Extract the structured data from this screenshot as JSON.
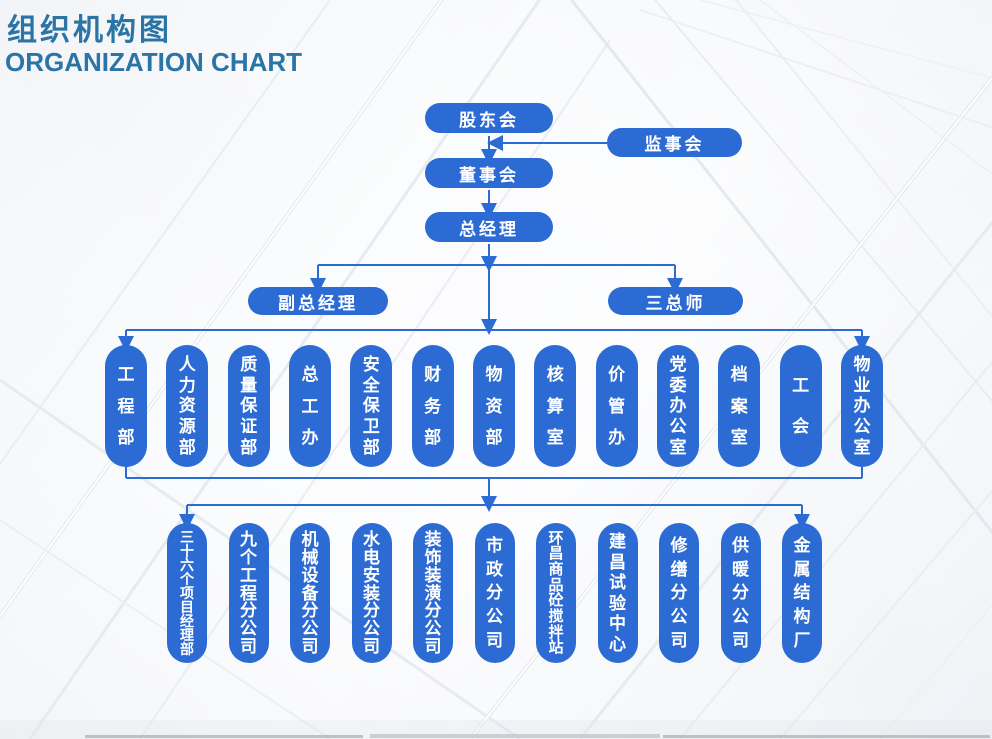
{
  "page": {
    "title_zh": "组织机构图",
    "title_en": "ORGANIZATION CHART"
  },
  "colors": {
    "node_blue": "#2b6bd3",
    "line_blue": "#2b6bd3",
    "title_blue": "#2a74a6",
    "node_text": "#ffffff"
  },
  "org": {
    "governance": [
      {
        "key": "shareholders_meeting",
        "label": "股东会"
      },
      {
        "key": "supervisory_board",
        "label": "监事会"
      },
      {
        "key": "board_of_directors",
        "label": "董事会"
      },
      {
        "key": "general_manager",
        "label": "总经理"
      },
      {
        "key": "deputy_general_manager",
        "label": "副总经理"
      },
      {
        "key": "three_chief_engineers",
        "label": "三总师"
      }
    ],
    "departments": [
      "工程部",
      "人力资源部",
      "质量保证部",
      "总工办",
      "安全保卫部",
      "财务部",
      "物资部",
      "核算室",
      "价管办",
      "党委办公室",
      "档案室",
      "工会",
      "物业办公室"
    ],
    "subsidiaries": [
      "三十六个项目经理部",
      "九个工程分公司",
      "机械设备分公司",
      "水电安装分公司",
      "装饰装潢分公司",
      "市政分公司",
      "环昌商品砼搅拌站",
      "建昌试验中心",
      "修缮分公司",
      "供暖分公司",
      "金属结构厂"
    ]
  }
}
